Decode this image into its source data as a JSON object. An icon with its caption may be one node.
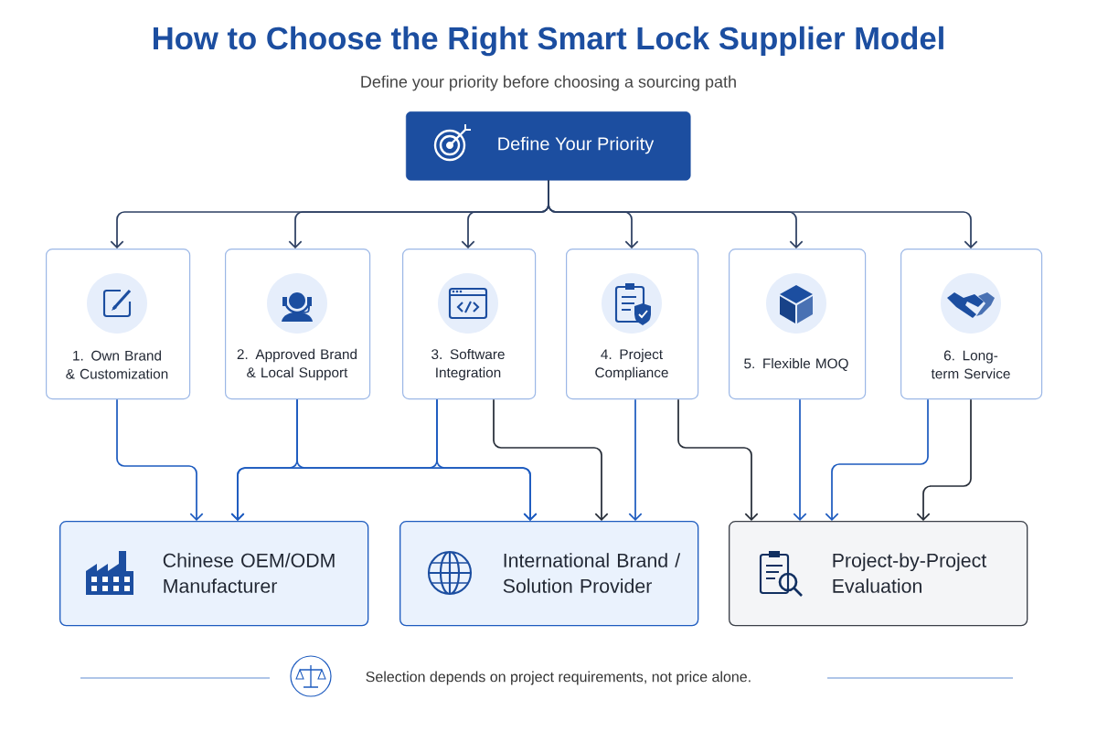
{
  "diagram": {
    "title": "How to Choose the Right Smart Lock Supplier Model",
    "nodes": [
      {
        "text": [
          "Define Your Priority"
        ]
      },
      {
        "text": [
          "1. Own Brand & Customization"
        ]
      },
      {
        "text": [
          "2. Approved Brand & Local Support"
        ]
      },
      {
        "text": [
          "3. Software Integration"
        ]
      },
      {
        "text": [
          "4. Project Compliance"
        ]
      },
      {
        "text": [
          "5. Flexible MOQ"
        ]
      },
      {
        "text": [
          "6. Long-term Service"
        ]
      },
      {
        "text": [
          "Chinese OEM/ODM Manufacturer"
        ]
      },
      {
        "text": [
          "International Brand / Solution Provider"
        ]
      },
      {
        "text": [
          "Project-by-Project Evaluation"
        ]
      }
    ],
    "edges": [
      {
        "from": 0,
        "to": 1,
        "arrow": "to",
        "color": "#2c3f62"
      },
      {
        "from": 0,
        "to": 2,
        "arrow": "to",
        "color": "#2c3f62"
      },
      {
        "from": 0,
        "to": 3,
        "arrow": "to",
        "color": "#2c3f62"
      },
      {
        "from": 0,
        "to": 4,
        "arrow": "to",
        "color": "#2c3f62"
      },
      {
        "from": 0,
        "to": 5,
        "arrow": "to",
        "color": "#2c3f62"
      },
      {
        "from": 0,
        "to": 6,
        "arrow": "to",
        "color": "#2c3f62"
      },
      {
        "from": 1,
        "to": 7,
        "arrow": "to"
      },
      {
        "from": 2,
        "to": 7,
        "arrow": "to"
      },
      {
        "from": 2,
        "to": 8,
        "arrow": "to"
      },
      {
        "from": 3,
        "to": 7,
        "arrow": "to"
      },
      {
        "from": 3,
        "to": 8,
        "arrow": "to"
      },
      {
        "from": 3,
        "to": 8,
        "arrow": "to",
        "color": "#262d38"
      },
      {
        "from": 4,
        "to": 8,
        "arrow": "to"
      },
      {
        "from": 4,
        "to": 9,
        "arrow": "to",
        "color": "#262d38"
      },
      {
        "from": 5,
        "to": 9,
        "arrow": "to"
      },
      {
        "from": 6,
        "to": 9,
        "arrow": "to"
      },
      {
        "from": 6,
        "to": 9,
        "arrow": "to",
        "color": "#262d38"
      }
    ],
    "labels": [
      "Define your priority before choosing a sourcing path",
      "Selection depends on project requirements, not price alone."
    ]
  }
}
